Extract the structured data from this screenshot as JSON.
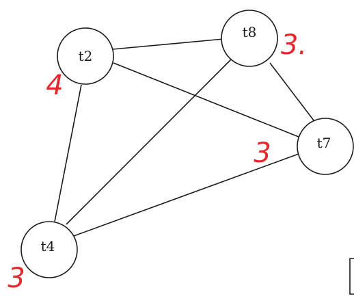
{
  "colors": {
    "ink": "#1a1a1a",
    "annotation": "#e8262b",
    "background": "#ffffff"
  },
  "graph": {
    "nodes": [
      {
        "id": "t2",
        "label": "t2"
      },
      {
        "id": "t8",
        "label": "t8"
      },
      {
        "id": "t7",
        "label": "t7"
      },
      {
        "id": "t4",
        "label": "t4"
      }
    ],
    "edges": [
      {
        "from": "t2",
        "to": "t8"
      },
      {
        "from": "t2",
        "to": "t7"
      },
      {
        "from": "t2",
        "to": "t4"
      },
      {
        "from": "t8",
        "to": "t7"
      },
      {
        "from": "t8",
        "to": "t4"
      },
      {
        "from": "t7",
        "to": "t4"
      }
    ]
  },
  "annotations": {
    "t2": "4",
    "t8": "3.",
    "t7": "3",
    "t4": "3"
  }
}
